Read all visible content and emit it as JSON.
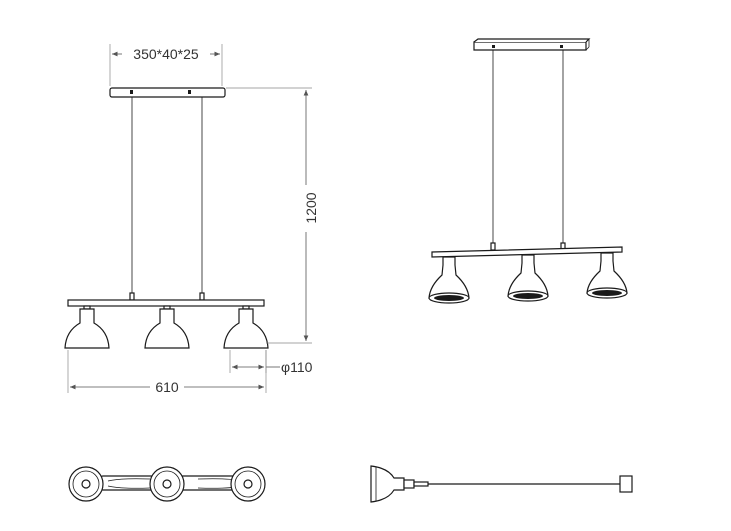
{
  "dimensions": {
    "canopy": "350*40*25",
    "height": "1200",
    "width": "610",
    "shade_diameter": "φ110"
  }
}
